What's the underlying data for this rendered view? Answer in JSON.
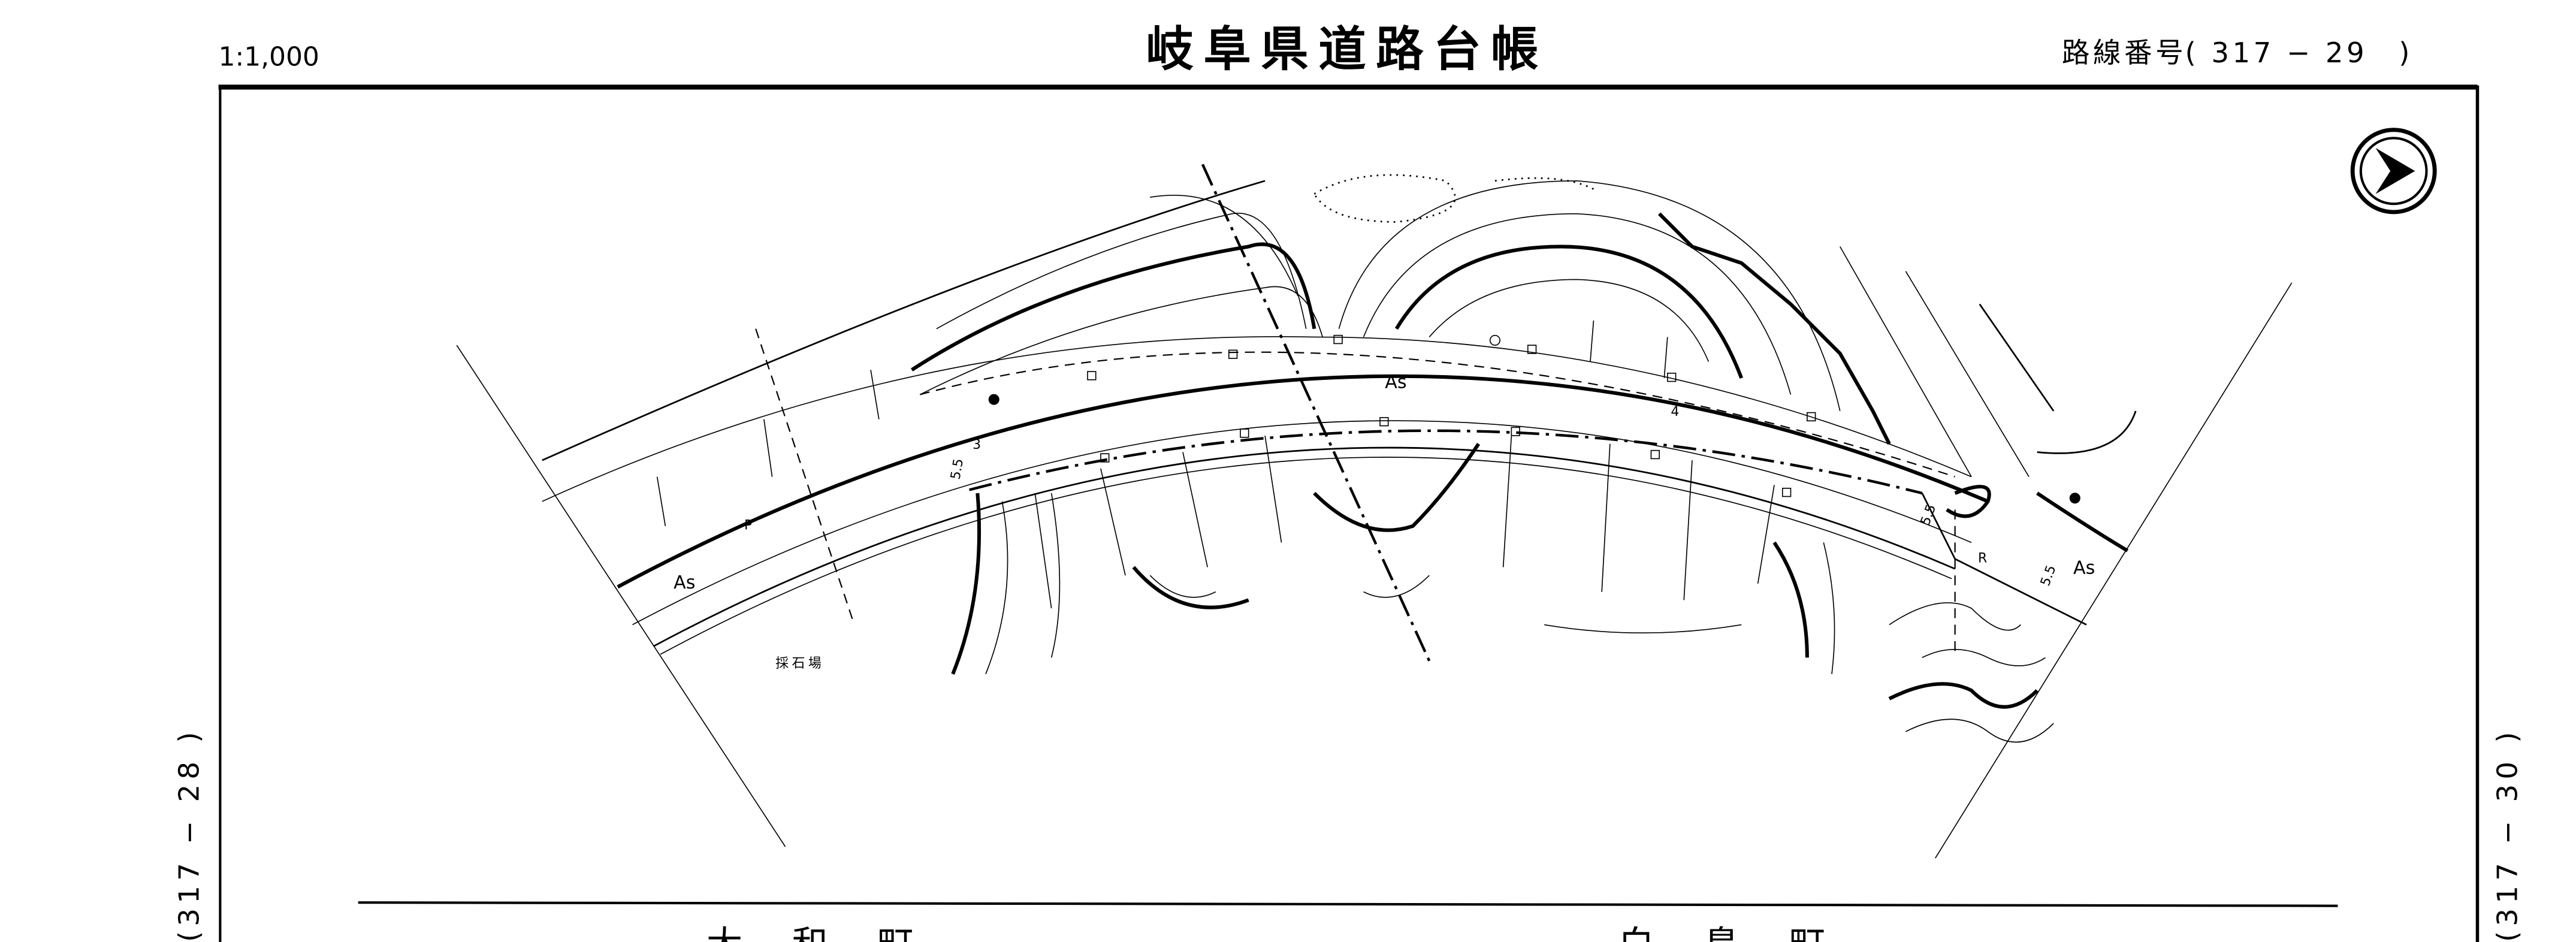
{
  "header": {
    "scale": "1:1,000",
    "title": "岐阜県道路台帳",
    "route_label": "路線番号",
    "route_number": "( 317 − 29　)"
  },
  "side_labels": {
    "previous_sheet": "(317 − 28 )",
    "next_sheet": "(317 − 30 )"
  },
  "footer": {
    "left_town": "大　和　町",
    "right_town": "白　鳥　町"
  },
  "map_labels": {
    "surface_left": "As",
    "surface_center": "As",
    "surface_right": "As",
    "p_mark": "P",
    "r_mark": "R",
    "lane_3": "3",
    "lane_4": "4",
    "width_left": "5.5",
    "width_center": "5.5",
    "width_right": "5.5",
    "quarry": "採石場"
  },
  "icons": {
    "north_arrow": "north-arrow-icon"
  }
}
